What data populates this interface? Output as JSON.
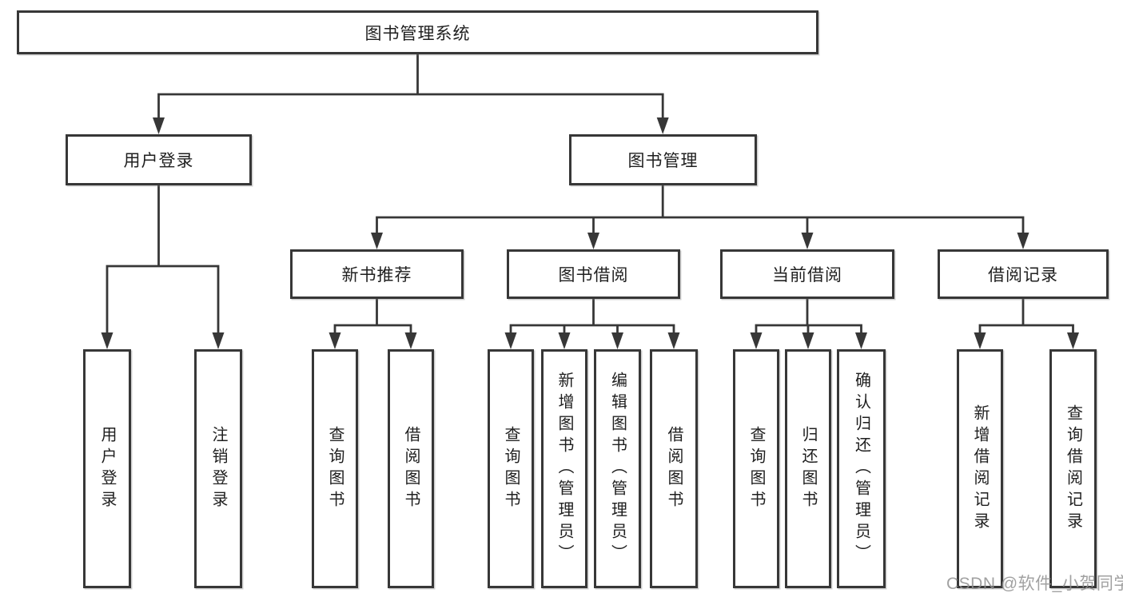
{
  "tree": {
    "root": "图书管理系统",
    "children": [
      {
        "label": "用户登录",
        "children": [
          "用户登录",
          "注销登录"
        ]
      },
      {
        "label": "图书管理",
        "children": [
          {
            "label": "新书推荐",
            "children": [
              "查询图书",
              "借阅图书"
            ]
          },
          {
            "label": "图书借阅",
            "children": [
              "查询图书",
              "新增图书（管理员）",
              "编辑图书（管理员）",
              "借阅图书"
            ]
          },
          {
            "label": "当前借阅",
            "children": [
              "查询图书",
              "归还图书",
              "确认归还（管理员）"
            ]
          },
          {
            "label": "借阅记录",
            "children": [
              "新增借阅记录",
              "查询借阅记录"
            ]
          }
        ]
      }
    ]
  },
  "watermark": {
    "text": "CSDN @软件_小贺同学"
  },
  "colors": {
    "line": "#373737",
    "box_border": "#373737",
    "text": "#1f1f1f",
    "background": "#ffffff",
    "watermark": "#919191"
  }
}
